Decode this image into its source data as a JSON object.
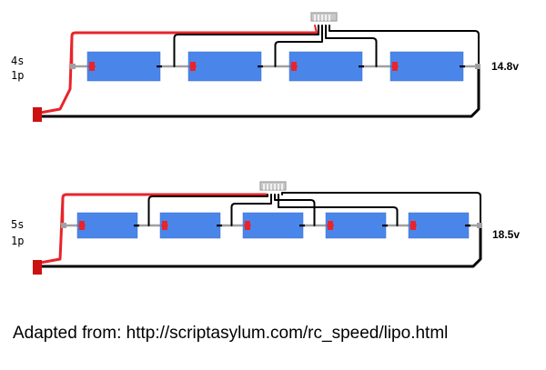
{
  "diagrams": [
    {
      "id": "4s1p",
      "config_line1": "4s",
      "config_line2": "1p",
      "voltage": "14.8v",
      "cell_count": 4
    },
    {
      "id": "5s1p",
      "config_line1": "5s",
      "config_line2": "1p",
      "voltage": "18.5v",
      "cell_count": 5
    }
  ],
  "credit": "Adapted from: http://scriptasylum.com/rc_speed/lipo.html",
  "colors": {
    "cell_fill": "#4a86ea",
    "positive_wire": "#e8242b",
    "negative_wire": "#000000",
    "balance_wire": "#000000",
    "connector": "#a0a0a0",
    "plus_terminal": "#e8242b",
    "main_connector": "#cc1111"
  }
}
